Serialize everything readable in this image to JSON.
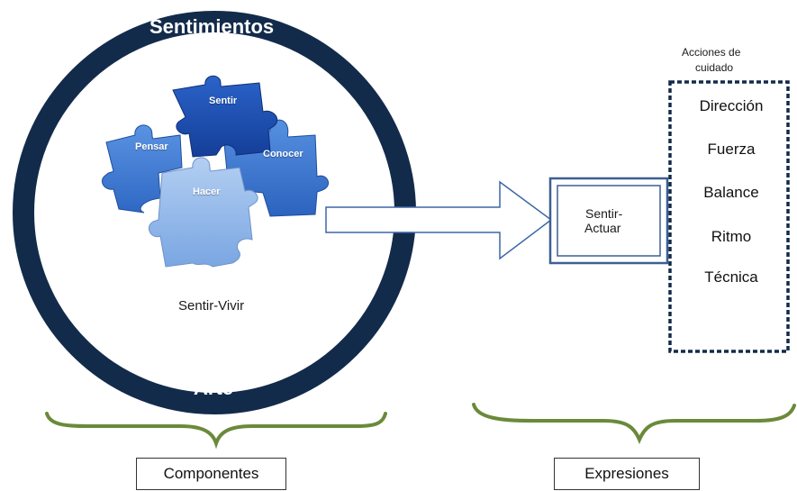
{
  "ring": {
    "top_label": "Sentimientos",
    "bottom_label": "Arte",
    "color": "#132b4b"
  },
  "puzzle": {
    "pieces": [
      {
        "label": "Sentir",
        "color": "#1f4fb3"
      },
      {
        "label": "Pensar",
        "color": "#3f7cd6"
      },
      {
        "label": "Conocer",
        "color": "#3c78d0"
      },
      {
        "label": "Hacer",
        "color": "#8bb3e8"
      }
    ]
  },
  "center_label": "Sentir-Vivir",
  "arrow_target": {
    "line1": "Sentir-",
    "line2": "Actuar"
  },
  "actions": {
    "title_line1": "Acciones de",
    "title_line2": "cuidado",
    "items": [
      "Dirección",
      "Fuerza",
      "Balance",
      "Ritmo",
      "Técnica"
    ]
  },
  "braces": {
    "color": "#6a8a3a"
  },
  "bottom_labels": {
    "left": "Componentes",
    "right": "Expresiones"
  }
}
